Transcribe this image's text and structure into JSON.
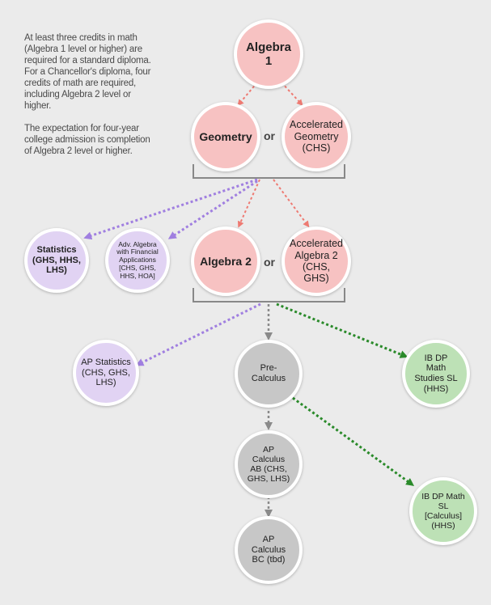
{
  "intro": {
    "paragraph1": "At least three credits in math (Algebra 1 level or higher) are required for a standard diploma. For a Chancellor's diploma, four credits of math are required, including Algebra 2 level or higher.",
    "paragraph2": "The expectation for four-year college admission is completion of Algebra 2 level or higher."
  },
  "connector_label": "or",
  "courses": {
    "algebra1": "Algebra 1",
    "geometry": "Geometry",
    "accelerated_geometry": "Accelerated Geometry (CHS)",
    "statistics": "Statistics (GHS, HHS, LHS)",
    "adv_algebra": "Adv. Algebra with Financial Applications [CHS, GHS, HHS, HOA]",
    "algebra2": "Algebra 2",
    "accelerated_algebra2": "Accelerated Algebra 2 (CHS, GHS)",
    "ap_statistics": "AP Statistics (CHS, GHS, LHS)",
    "precalculus": "Pre-Calculus",
    "ib_math_studies": "IB DP Math Studies SL (HHS)",
    "ap_calc_ab": "AP Calculus AB (CHS, GHS, LHS)",
    "ib_math_sl": "IB DP Math SL [Calculus] (HHS)",
    "ap_calc_bc": "AP Calculus BC (tbd)"
  },
  "colors": {
    "required_track": "#f7c2c2",
    "alternative_track": "#e1d3f3",
    "advanced_track": "#c7c7c7",
    "ib_track": "#bde1b6",
    "arrow_red": "#ee7a72",
    "arrow_purple": "#a07fe0",
    "arrow_gray": "#8a8a8a",
    "arrow_green": "#2a8a2a"
  }
}
